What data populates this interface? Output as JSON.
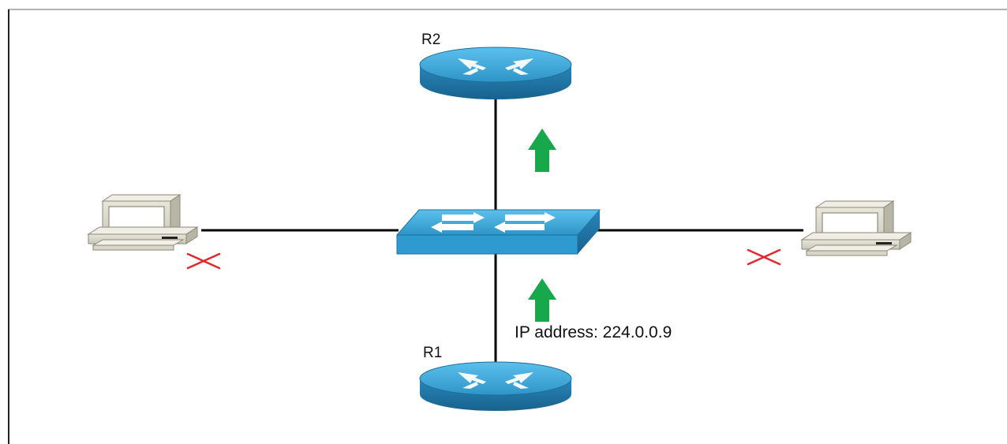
{
  "diagram": {
    "routers": [
      {
        "id": "R2",
        "label": "R2"
      },
      {
        "id": "R1",
        "label": "R1"
      }
    ],
    "switch": {
      "id": "switch"
    },
    "hosts": [
      {
        "id": "host-left",
        "blocked": true
      },
      {
        "id": "host-right",
        "blocked": true
      }
    ],
    "links": [
      {
        "from": "R2",
        "to": "switch"
      },
      {
        "from": "R1",
        "to": "switch"
      },
      {
        "from": "host-left",
        "to": "switch"
      },
      {
        "from": "host-right",
        "to": "switch"
      }
    ],
    "flow_arrows": [
      {
        "link": "R1-switch",
        "direction": "up"
      },
      {
        "link": "switch-R2",
        "direction": "up"
      }
    ],
    "annotation": "IP address: 224.0.0.9",
    "colors": {
      "device_blue": "#3ba3d6",
      "device_blue_dark": "#1d6f9c",
      "arrow_green": "#16a84a",
      "block_red": "#e0292f",
      "link_black": "#000000"
    }
  }
}
